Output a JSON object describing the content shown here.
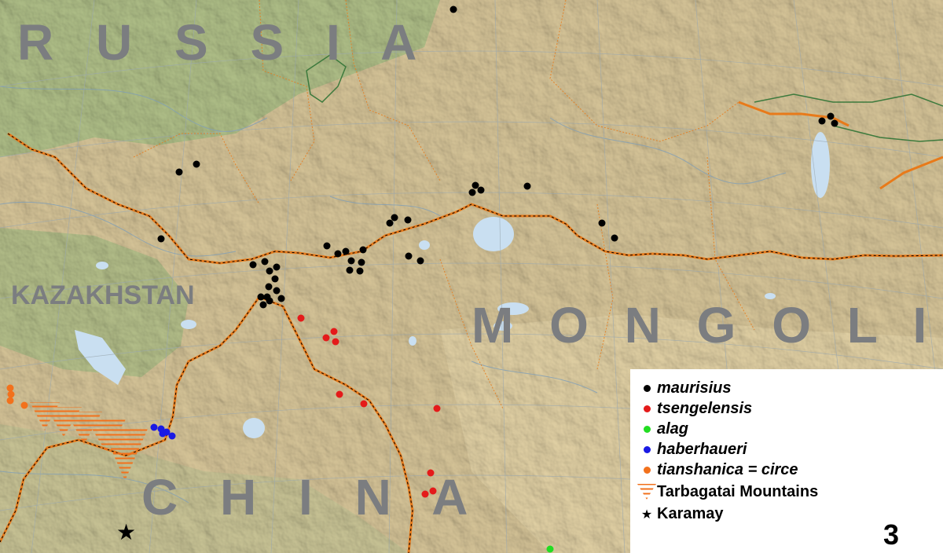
{
  "map": {
    "country_labels": {
      "russia": "R U S S I A",
      "kazakhstan": "KAZAKHSTAN",
      "mongolia": "M O N G O L I A",
      "china": "C H I N A"
    },
    "figure_number": "3",
    "colors": {
      "land_base": "#d9c79a",
      "lowland": "#a9bf86",
      "water": "#c9dff1",
      "border": "#e87a1a",
      "graticule": "#9aa8b0",
      "label": "#7b7d80"
    }
  },
  "legend": {
    "maurisius": {
      "label": "maurisius",
      "color": "#000000"
    },
    "tsengelensis": {
      "label": "tsengelensis",
      "color": "#e41a1a"
    },
    "alag": {
      "label": "alag",
      "color": "#22dd22"
    },
    "haberhaueri": {
      "label": "haberhaueri",
      "color": "#1a1ae4"
    },
    "tianshanica": {
      "label": "tianshanica = circe",
      "color": "#f2711c"
    },
    "tarbagatai": {
      "label": "Tarbagatai Mountains",
      "color": "#f2711c",
      "icon": "hatched-triangle-icon"
    },
    "karamay": {
      "label": "Karamay",
      "color": "#000000",
      "icon": "star-icon"
    }
  },
  "records": {
    "maurisius": [
      [
        577,
        12
      ],
      [
        228,
        219
      ],
      [
        250,
        209
      ],
      [
        205,
        304
      ],
      [
        601,
        245
      ],
      [
        605,
        236
      ],
      [
        612,
        242
      ],
      [
        671,
        237
      ],
      [
        496,
        284
      ],
      [
        502,
        277
      ],
      [
        519,
        280
      ],
      [
        416,
        313
      ],
      [
        430,
        323
      ],
      [
        440,
        320
      ],
      [
        447,
        332
      ],
      [
        462,
        318
      ],
      [
        460,
        334
      ],
      [
        445,
        344
      ],
      [
        458,
        345
      ],
      [
        520,
        326
      ],
      [
        535,
        332
      ],
      [
        766,
        284
      ],
      [
        782,
        303
      ],
      [
        1046,
        154
      ],
      [
        1057,
        148
      ],
      [
        1062,
        157
      ],
      [
        322,
        337
      ],
      [
        337,
        333
      ],
      [
        343,
        345
      ],
      [
        352,
        340
      ],
      [
        350,
        355
      ],
      [
        342,
        365
      ],
      [
        352,
        370
      ],
      [
        340,
        378
      ],
      [
        332,
        378
      ],
      [
        358,
        380
      ],
      [
        335,
        388
      ],
      [
        343,
        383
      ]
    ],
    "tsengelensis": [
      [
        383,
        405
      ],
      [
        415,
        430
      ],
      [
        425,
        422
      ],
      [
        427,
        435
      ],
      [
        432,
        502
      ],
      [
        463,
        514
      ],
      [
        556,
        520
      ],
      [
        548,
        602
      ],
      [
        541,
        629
      ],
      [
        551,
        625
      ]
    ],
    "alag": [
      [
        700,
        699
      ]
    ],
    "haberhaueri": [
      [
        196,
        544
      ],
      [
        205,
        546
      ],
      [
        212,
        550
      ],
      [
        219,
        555
      ],
      [
        207,
        552
      ]
    ],
    "tianshanica": [
      [
        13,
        494
      ],
      [
        14,
        502
      ],
      [
        13,
        510
      ],
      [
        31,
        516
      ]
    ]
  }
}
